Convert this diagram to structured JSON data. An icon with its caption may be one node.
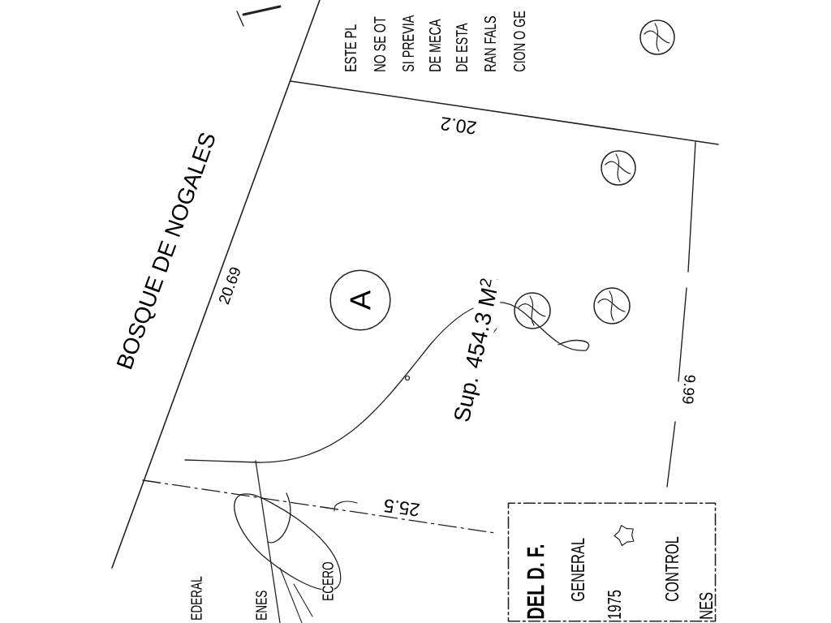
{
  "diagram": {
    "nodes": [
      {
        "text": [
          "A"
        ]
      },
      {
        "text": [
          "DEL D. F.",
          "GENERAL",
          "1975",
          "CONTROL",
          "NES"
        ]
      }
    ],
    "labels": [
      "ESTE PL",
      "NO SE OT",
      "SI PREVIA",
      "DE MECA",
      "DE ESTA",
      "RAN FALS",
      "CION O GE",
      "BOSQUE DE NOGALES",
      "20.69",
      "20.2",
      "Sup. 454.3 M$^{2}$",
      "9.99",
      "25.5",
      "EDERAL",
      "ENES",
      "ECERO"
    ]
  }
}
